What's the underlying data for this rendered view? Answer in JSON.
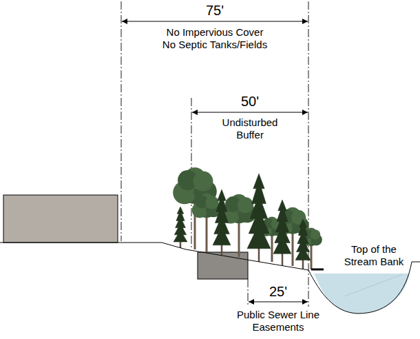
{
  "diagram": {
    "labels": [
      "75'",
      "No Impervious Cover No Septic Tanks/Fields",
      "50'",
      "Undisturbed Buffer",
      "Top of the Stream Bank",
      "25'",
      "Public Sewer Line Easements"
    ]
  }
}
